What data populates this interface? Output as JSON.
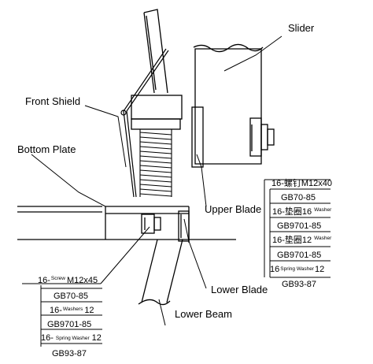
{
  "labels": {
    "slider": "Slider",
    "front_shield": "Front Shield",
    "bottom_plate": "Bottom Plate",
    "upper_blade": "Upper Blade",
    "lower_blade": "Lower Blade",
    "lower_beam": "Lower Beam"
  },
  "right_parts": {
    "screw": "16-螺钉M12x40",
    "gb70": "GB70-85",
    "washer_prefix": "16-垫圈16",
    "washer_tag": "Washer",
    "spring_prefix": "16-垫圈12",
    "spring_tag": "Washer",
    "gb9701": "GB9701-85",
    "spring2_prefix": "16",
    "spring2_tag": "Spring Washer",
    "spring2_suffix": "12",
    "gb93": "GB93-87"
  },
  "left_parts": {
    "screw_prefix": "16-",
    "screw_tag": "Screw",
    "screw_suffix": "M12x45",
    "gb70": "GB70-85",
    "washer_prefix": "16-",
    "washer_tag": "Washers",
    "washer_suffix": "12",
    "gb9701": "GB9701-85",
    "spring_prefix": "16-",
    "spring_tag": "Spring Washer",
    "spring_suffix": "12",
    "gb93": "GB93-87"
  }
}
